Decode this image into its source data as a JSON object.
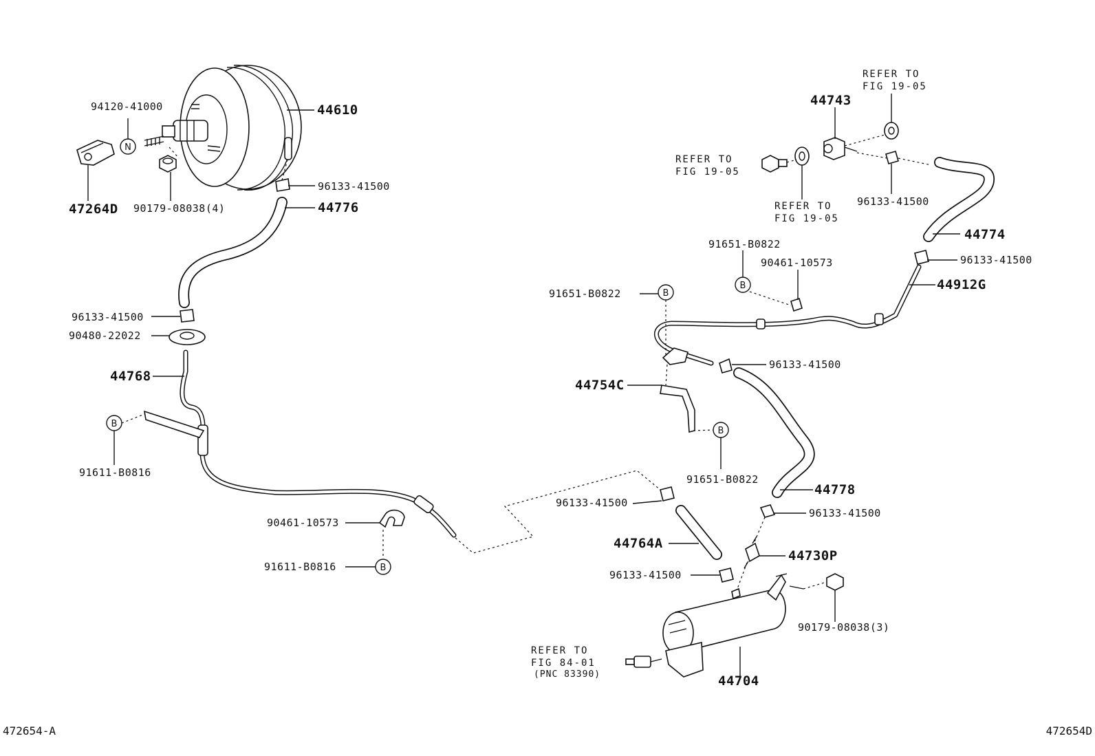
{
  "callouts": {
    "p44610": "44610",
    "p94120_41000": "94120-41000",
    "p47264D": "47264D",
    "p90179_08038_4": "90179-08038(4)",
    "p96133_41500_a": "96133-41500",
    "p44776": "44776",
    "p96133_41500_b": "96133-41500",
    "p90480_22022": "90480-22022",
    "p44768": "44768",
    "p91611_B0816_a": "91611-B0816",
    "p90461_10573_a": "90461-10573",
    "p91611_B0816_b": "91611-B0816",
    "p44743": "44743",
    "p96133_41500_c": "96133-41500",
    "p44774": "44774",
    "p96133_41500_d": "96133-41500",
    "p44912G": "44912G",
    "p91651_B0822_a": "91651-B0822",
    "p90461_10573_b": "90461-10573",
    "p91651_B0822_b": "91651-B0822",
    "p96133_41500_e": "96133-41500",
    "p44754C": "44754C",
    "p91651_B0822_c": "91651-B0822",
    "p44778": "44778",
    "p96133_41500_f": "96133-41500",
    "p96133_41500_g": "96133-41500",
    "p44764A": "44764A",
    "p44730P": "44730P",
    "p96133_41500_h": "96133-41500",
    "p90179_08038_3": "90179-08038(3)",
    "p44704": "44704"
  },
  "references": {
    "ref1_line1": "REFER TO",
    "ref1_line2": "FIG 19-05",
    "ref2_line1": "REFER TO",
    "ref2_line2": "FIG 19-05",
    "ref3_line1": "REFER TO",
    "ref3_line2": "FIG 19-05",
    "ref4_line1": "REFER TO",
    "ref4_line2": "FIG 84-01",
    "ref4_line3": "(PNC 83390)"
  },
  "symbols": {
    "n_marker": "N",
    "b_marker": "B"
  },
  "footer": {
    "left_code": "472654-A",
    "right_code": "472654D"
  }
}
